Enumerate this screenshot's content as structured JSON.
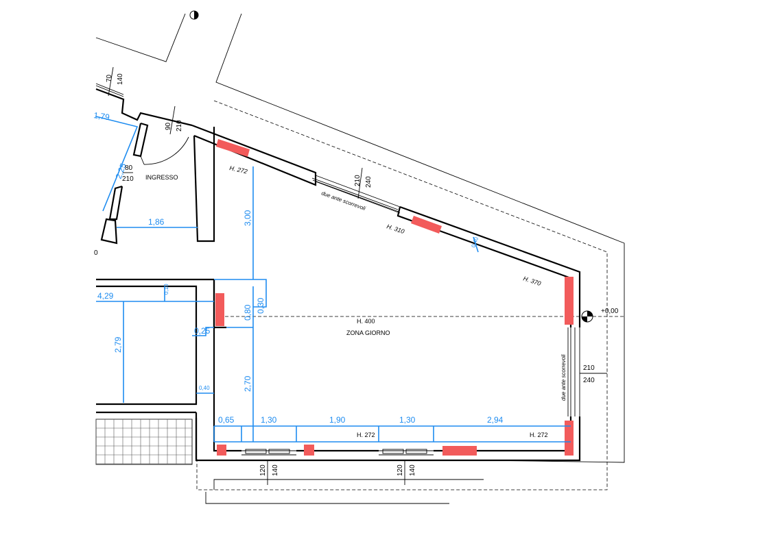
{
  "room_labels": {
    "ingresso": "INGRESSO",
    "zona_giorno": "ZONA GIORNO"
  },
  "heights": {
    "main": "H. 400",
    "top_left": "H. 272",
    "top_mid": "H. 310",
    "top_right": "H. 370",
    "bottom_mid": "H. 272",
    "bottom_right": "H. 272"
  },
  "level": "+0,00",
  "door_notes": {
    "top": "due ante scorrevoli",
    "right": "due ante scorrevoli"
  },
  "openings": {
    "top_door_w": "210",
    "top_door_h": "240",
    "right_door_w": "210",
    "right_door_h": "240",
    "entry_door_w": "90",
    "entry_door_h": "210",
    "entry_side_w": "80",
    "entry_side_h": "210",
    "top_left_window_w": "70",
    "top_left_window_h": "140",
    "bottom_window1_w": "120",
    "bottom_window1_h": "140",
    "bottom_window2_w": "120",
    "bottom_window2_h": "140"
  },
  "dimensions": {
    "d_1_79": "1,79",
    "d_2_25": "2,25",
    "d_1_86": "1,86",
    "d_3_00": "3,00",
    "d_0_40_top": "0,40",
    "d_0_80": "0,80",
    "d_0_30": "0,30",
    "d_0_25": "0,25",
    "d_4_29": "4,29",
    "d_0_10": "0,10",
    "d_2_79": "2,79",
    "d_0_40_left": "0,40",
    "d_2_70": "2,70",
    "d_0_65": "0,65",
    "d_1_30_a": "1,30",
    "d_1_90": "1,90",
    "d_1_30_b": "1,30",
    "d_2_94": "2,94"
  },
  "misc": {
    "left_zero": "0"
  },
  "colors": {
    "walls": "#000000",
    "dimensions": "#1e8cf0",
    "radiators": "#f25b5b"
  }
}
